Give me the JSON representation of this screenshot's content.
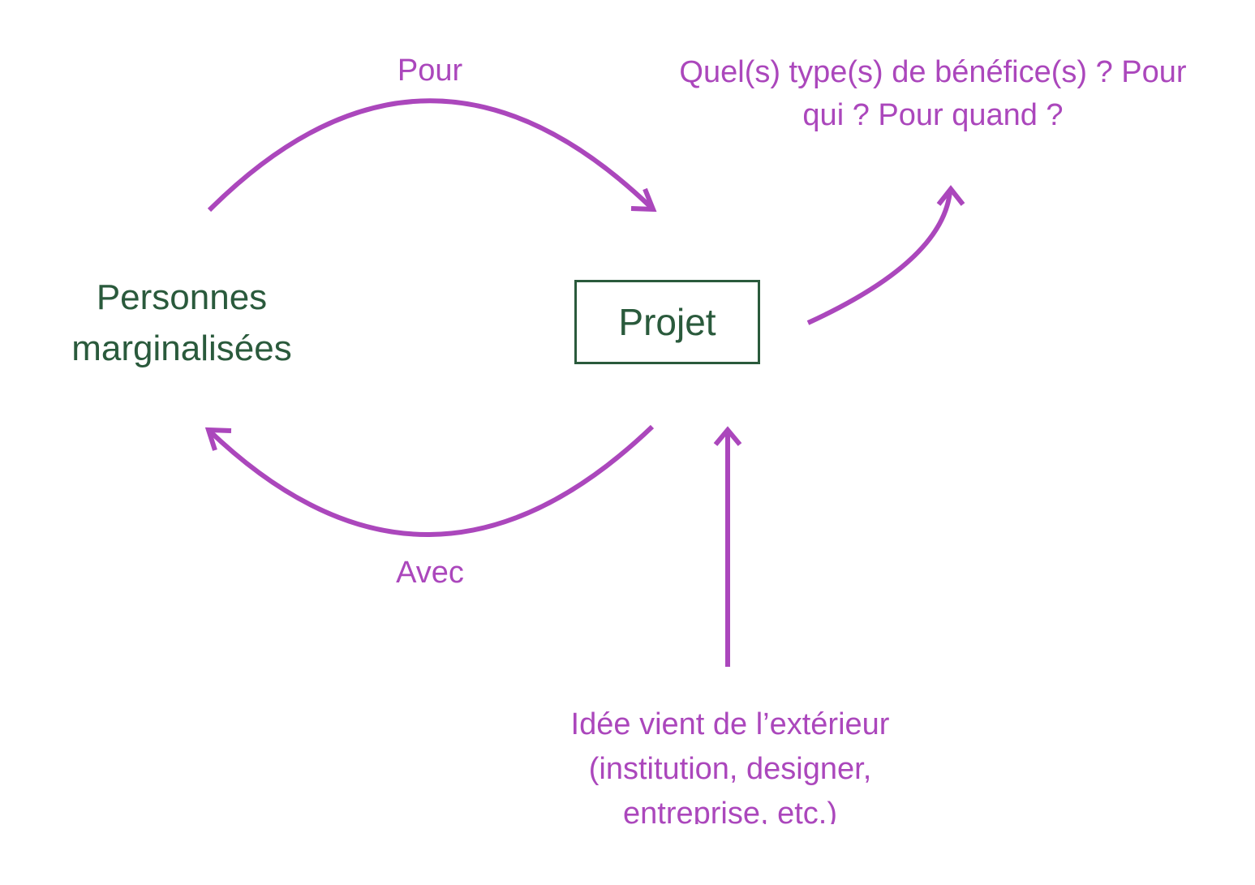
{
  "nodes": {
    "people_line1": "Personnes",
    "people_line2": "marginalisées",
    "project": "Projet"
  },
  "edges": {
    "pour": "Pour",
    "avec": "Avec"
  },
  "annotations": {
    "benefit_line1": "Quel(s) type(s) de bénéfice(s) ? Pour",
    "benefit_line2": "qui ? Pour quand ?",
    "external_line1": "Idée vient de l’extérieur",
    "external_line2": "(institution, designer,",
    "external_line3": "entreprise, etc.)"
  },
  "colors": {
    "arrow": "#ab47bc",
    "label": "#ab47bc",
    "node": "#2a5a3c"
  }
}
